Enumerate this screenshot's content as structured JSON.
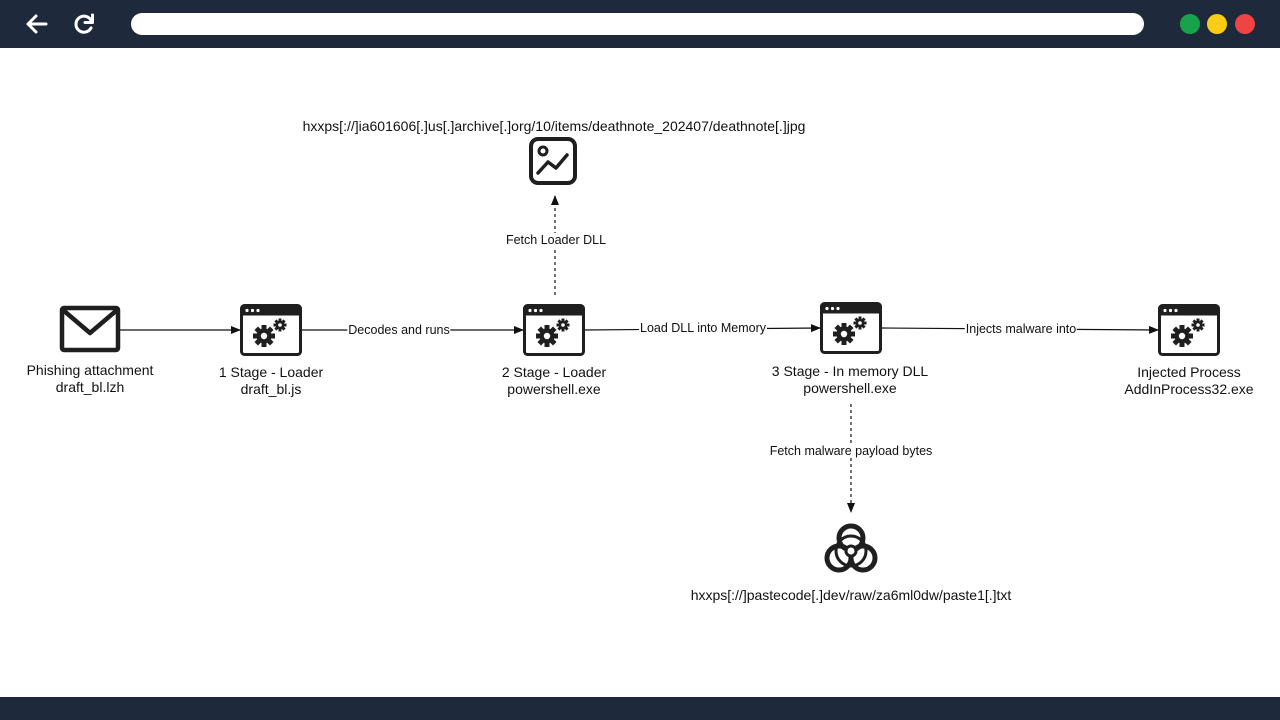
{
  "browser": {
    "url": "",
    "icons": {
      "back": "arrow-left-icon",
      "reload": "reload-icon"
    },
    "window_dots": [
      "#16a34a",
      "#facc15",
      "#ef4444"
    ]
  },
  "diagram": {
    "nodes": {
      "phishing": {
        "line1": "Phishing attachment",
        "line2": "draft_bl.lzh",
        "icon": "envelope-icon"
      },
      "stage1": {
        "line1": "1 Stage - Loader",
        "line2": "draft_bl.js",
        "icon": "app-window-gear-icon"
      },
      "stage2": {
        "line1": "2 Stage - Loader",
        "line2": "powershell.exe",
        "icon": "app-window-gear-icon"
      },
      "stage3": {
        "line1": "3 Stage - In memory DLL",
        "line2": "powershell.exe",
        "icon": "app-window-gear-icon"
      },
      "injected": {
        "line1": "Injected Process",
        "line2": "AddInProcess32.exe",
        "icon": "app-window-gear-icon"
      },
      "image_url": {
        "text": "hxxps[://]ia601606[.]us[.]archive[.]org/10/items/deathnote_202407/deathnote[.]jpg",
        "icon": "image-icon"
      },
      "payload_url": {
        "text": "hxxps[://]pastecode[.]dev/raw/za6ml0dw/paste1[.]txt",
        "icon": "biohazard-icon"
      }
    },
    "edges": {
      "stage1_to_stage2": "Decodes and runs",
      "stage2_to_stage3": "Load DLL into Memory",
      "stage3_to_injected": "Injects malware into",
      "stage2_to_image": "Fetch Loader DLL",
      "stage3_to_payload": "Fetch malware payload bytes"
    },
    "colors": {
      "ink": "#1f1f1f",
      "frame": "#1e293b"
    }
  }
}
